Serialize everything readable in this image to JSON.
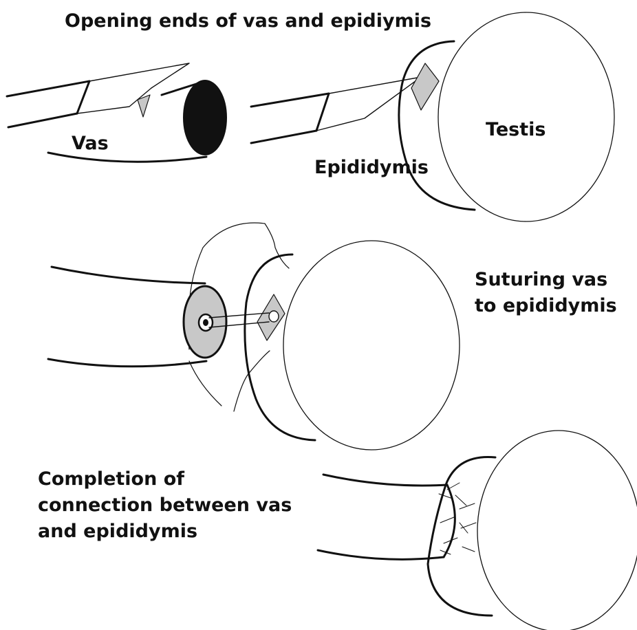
{
  "title": "Opening ends of vas and epidiymis",
  "labels": {
    "vas": "Vas",
    "epididymis": "Epididymis",
    "testis": "Testis"
  },
  "captions": {
    "suturing": [
      "Suturing vas",
      "to epididymis"
    ],
    "completion": [
      "Completion of",
      "connection between vas",
      "and epididymis"
    ]
  },
  "colors": {
    "ink": "#111111",
    "shade": "#c8c8c8",
    "background": "#ffffff"
  }
}
